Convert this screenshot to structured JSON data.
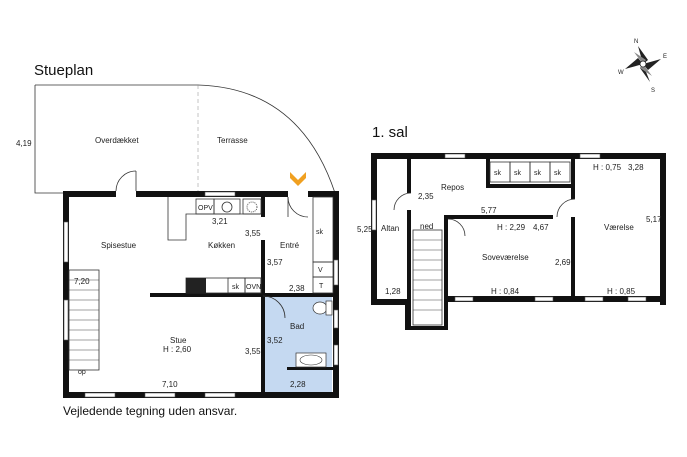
{
  "titles": {
    "ground_floor": "Stueplan",
    "first_floor": "1. sal",
    "disclaimer": "Vejledende tegning uden ansvar."
  },
  "compass": {
    "n": "N",
    "s": "S",
    "e": "E",
    "w": "W"
  },
  "ground_rooms": {
    "overdaekket": "Overdækket",
    "terrasse": "Terrasse",
    "spisestue": "Spisestue",
    "kokken": "Køkken",
    "entre": "Entré",
    "stue": "Stue",
    "stue_h": "H : 2,60",
    "bad": "Bad"
  },
  "ground_dims": {
    "d419": "4,19",
    "d720": "7,20",
    "d321": "3,21",
    "d355a": "3,55",
    "d357": "3,57",
    "d238": "2,38",
    "d352": "3,52",
    "d355b": "3,55",
    "d710": "7,10",
    "d228": "2,28"
  },
  "ground_fixtures": {
    "opv": "OPV",
    "sk_entre": "sk",
    "v": "V",
    "t": "T",
    "sk_kitchen": "sk",
    "ovn": "OVN",
    "op": "op"
  },
  "first_rooms": {
    "altan": "Altan",
    "repos": "Repos",
    "sovevaerelse": "Soveværelse",
    "vaerelse": "Værelse",
    "h229": "H : 2,29",
    "h084": "H : 0,84",
    "h075": "H : 0,75",
    "h085": "H : 0,85",
    "ned": "ned"
  },
  "first_dims": {
    "d525": "5,25",
    "d128": "1,28",
    "d235": "2,35",
    "d577": "5,77",
    "d467": "4,67",
    "d269": "2,69",
    "d328": "3,28",
    "d517": "5,17"
  },
  "first_fixtures": {
    "sk1": "sk",
    "sk2": "sk",
    "sk3": "sk",
    "sk4": "sk"
  },
  "colors": {
    "bathroom": "#c5d9f1",
    "entrance_marker": "#f0a020",
    "walls": "#111111"
  }
}
